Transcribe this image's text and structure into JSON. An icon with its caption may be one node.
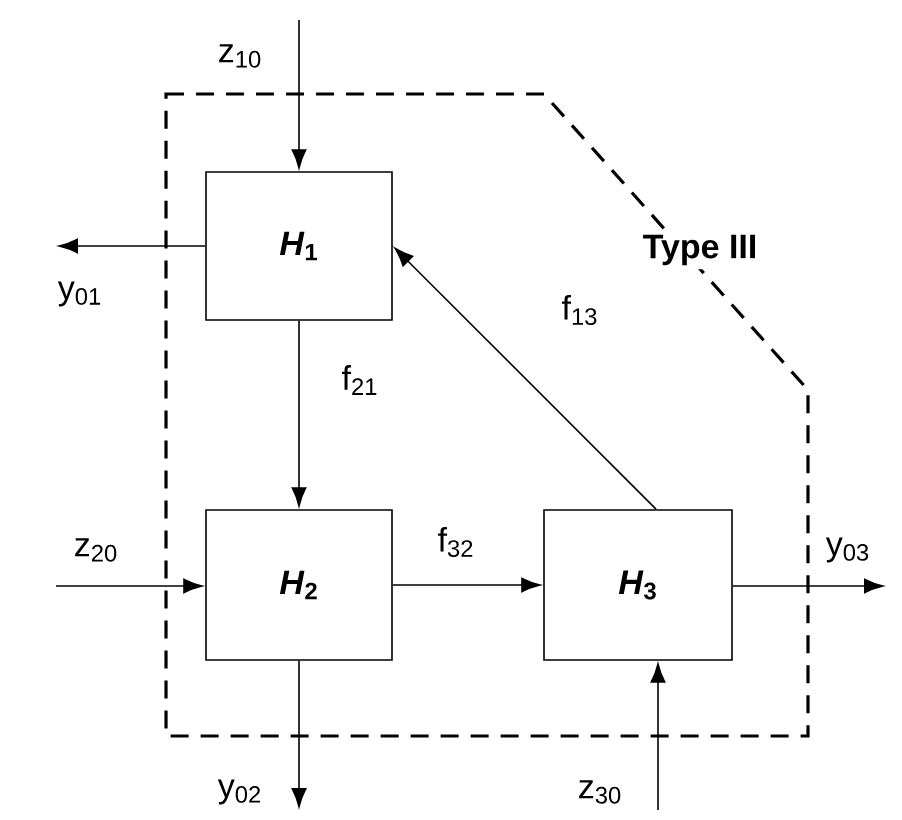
{
  "diagram": {
    "nodes": [
      {
        "text": [
          "Type III"
        ]
      },
      {
        "text": [
          "*H*$_{1}$"
        ],
        "in": 0
      },
      {
        "text": [
          "*H*$_{2}$"
        ],
        "in": 0
      },
      {
        "text": [
          "*H*$_{3}$"
        ],
        "in": 0
      }
    ],
    "edges": [
      {
        "from": null,
        "to": 1,
        "arrow": "to",
        "label": "z$_{10}$"
      },
      {
        "from": 1,
        "to": null,
        "arrow": "to",
        "label": "y$_{01}$"
      },
      {
        "from": 1,
        "to": 2,
        "arrow": "to",
        "label": "f$_{21}$"
      },
      {
        "from": 3,
        "to": 1,
        "arrow": "to",
        "label": "f$_{13}$"
      },
      {
        "from": null,
        "to": 2,
        "arrow": "to",
        "label": "z$_{20}$"
      },
      {
        "from": 2,
        "to": 3,
        "arrow": "to",
        "label": "f$_{32}$"
      },
      {
        "from": 3,
        "to": null,
        "arrow": "to",
        "label": "y$_{03}$"
      },
      {
        "from": 2,
        "to": null,
        "arrow": "to",
        "label": "y$_{02}$"
      },
      {
        "from": null,
        "to": 3,
        "arrow": "to",
        "label": "z$_{30}$"
      }
    ]
  }
}
